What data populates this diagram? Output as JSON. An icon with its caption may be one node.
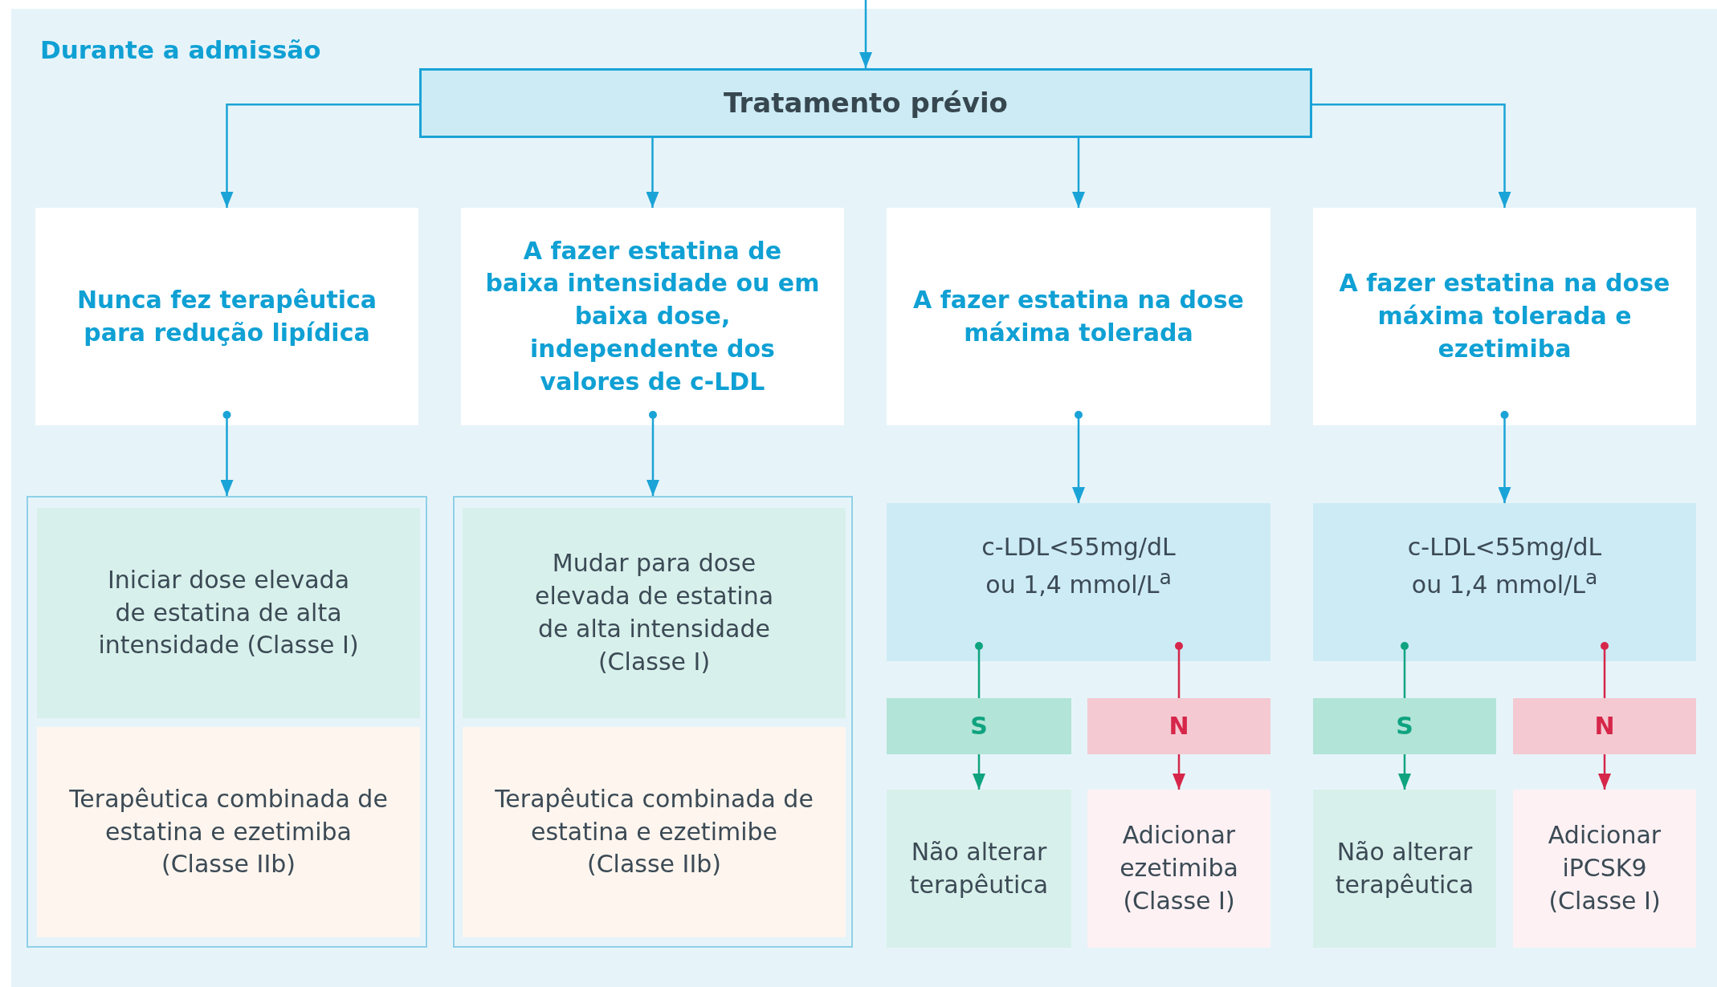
{
  "diagram": {
    "nodes": [
      {
        "text": [
          "Tratamento prévio"
        ]
      },
      {
        "text": [
          "Nunca fez terapêutica para redução lipídica"
        ]
      },
      {
        "text": [
          "A fazer estatina de baixa intensidade ou em baixa dose, independente dos valores de c-LDL"
        ]
      },
      {
        "text": [
          "A fazer estatina na dose máxima tolerada"
        ]
      },
      {
        "text": [
          "A fazer estatina na dose máxima tolerada e ezetimiba"
        ]
      },
      {
        "text": [],
        "shape": "box"
      },
      {
        "text": [
          "Iniciar dose elevada de estatina de alta intensidade (Classe I)"
        ],
        "in": 5
      },
      {
        "text": [
          "Terapêutica combinada de estatina e ezetimiba (Classe IIb)"
        ],
        "in": 5
      },
      {
        "text": [],
        "shape": "box"
      },
      {
        "text": [
          "Mudar para dose elevada de estatina de alta intensidade (Classe I)"
        ],
        "in": 8
      },
      {
        "text": [
          "Terapêutica combinada de estatina e ezetimibe (Classe IIb)"
        ],
        "in": 8
      },
      {
        "text": [
          "c-LDL<55mg/dL ou 1,4 mmol/L$^{a}$"
        ]
      },
      {
        "text": [
          "S"
        ]
      },
      {
        "text": [
          "N"
        ]
      },
      {
        "text": [
          "Não alterar terapêutica"
        ]
      },
      {
        "text": [
          "Adicionar ezetimiba (Classe I)"
        ]
      },
      {
        "text": [
          "c-LDL<55mg/dL ou 1,4 mmol/L$^{a}$"
        ]
      },
      {
        "text": [
          "S"
        ]
      },
      {
        "text": [
          "N"
        ]
      },
      {
        "text": [
          "Não alterar terapêutica"
        ]
      },
      {
        "text": [
          "Adicionar iPCSK9 (Classe I)"
        ]
      }
    ],
    "edges": [
      {
        "from": null,
        "to": 0,
        "arrow": "to"
      },
      {
        "from": 0,
        "to": 1,
        "arrow": "to"
      },
      {
        "from": 0,
        "to": 2,
        "arrow": "to"
      },
      {
        "from": 0,
        "to": 3,
        "arrow": "to"
      },
      {
        "from": 0,
        "to": 4,
        "arrow": "to"
      },
      {
        "from": 1,
        "to": 5,
        "arrow": "to"
      },
      {
        "from": 2,
        "to": 8,
        "arrow": "to"
      },
      {
        "from": 3,
        "to": 11,
        "arrow": "to"
      },
      {
        "from": 4,
        "to": 16,
        "arrow": "to"
      },
      {
        "from": 11,
        "to": 12,
        "arrow": "other",
        "color": "#0fa37f"
      },
      {
        "from": 11,
        "to": 13,
        "arrow": "other",
        "color": "#d6264a"
      },
      {
        "from": 12,
        "to": 14,
        "arrow": "to",
        "color": "#0fa37f"
      },
      {
        "from": 13,
        "to": 15,
        "arrow": "to",
        "color": "#d6264a"
      },
      {
        "from": 16,
        "to": 17,
        "arrow": "other",
        "color": "#0fa37f"
      },
      {
        "from": 16,
        "to": 18,
        "arrow": "other",
        "color": "#d6264a"
      },
      {
        "from": 17,
        "to": 19,
        "arrow": "to",
        "color": "#0fa37f"
      },
      {
        "from": 18,
        "to": 20,
        "arrow": "to",
        "color": "#d6264a"
      }
    ],
    "labels": [
      "Durante a admissão"
    ]
  }
}
